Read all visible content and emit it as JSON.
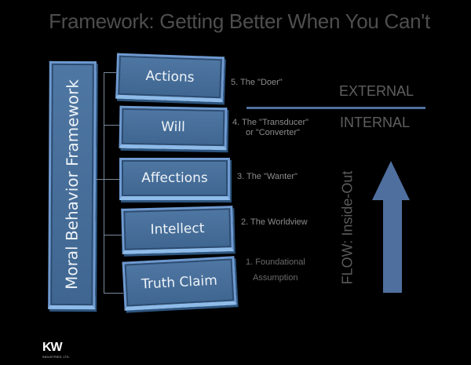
{
  "title": "Framework: Getting Better When You Can't",
  "framework_label": "Moral Behavior Framework",
  "levels": [
    {
      "box": "Actions",
      "desc": "5.  The \"Doer\""
    },
    {
      "box": "Will",
      "desc": "4. The \"Transducer\"",
      "desc2": "or \"Converter\""
    },
    {
      "box": "Affections",
      "desc": "3. The \"Wanter\""
    },
    {
      "box": "Intellect",
      "desc": "2. The Worldview"
    },
    {
      "box": "Truth Claim",
      "desc": "1. Foundational",
      "desc2": "Assumption"
    }
  ],
  "external_label": "EXTERNAL",
  "internal_label": "INTERNAL",
  "flow_label": "FLOW: Inside-Out",
  "logo": {
    "main": "KW",
    "sub": "INDUSTRIES, LTD."
  },
  "colors": {
    "box": "#46709b",
    "accent": "#4f6f9f",
    "text": "#8c8c8c"
  }
}
